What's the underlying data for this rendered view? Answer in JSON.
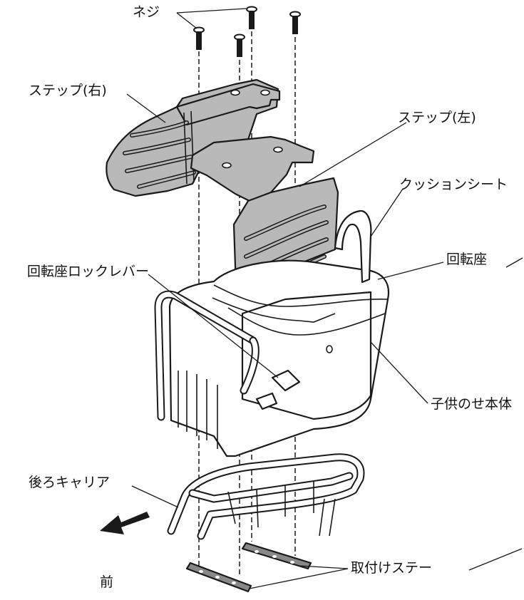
{
  "labels": {
    "screws": "ネジ",
    "step_right": "ステップ(右)",
    "step_left": "ステップ(左)",
    "cushion_seat": "クッションシート",
    "swivel_lock_lever": "回転座ロックレバー",
    "swivel_seat": "回転座",
    "seat_body": "子供のせ本体",
    "rear_carrier": "後ろキャリア",
    "mounting_stay": "取付けステー",
    "front": "前"
  },
  "colors": {
    "line": "#1a1a1a",
    "step_fill": "#b9b9b9",
    "background": "#ffffff"
  }
}
